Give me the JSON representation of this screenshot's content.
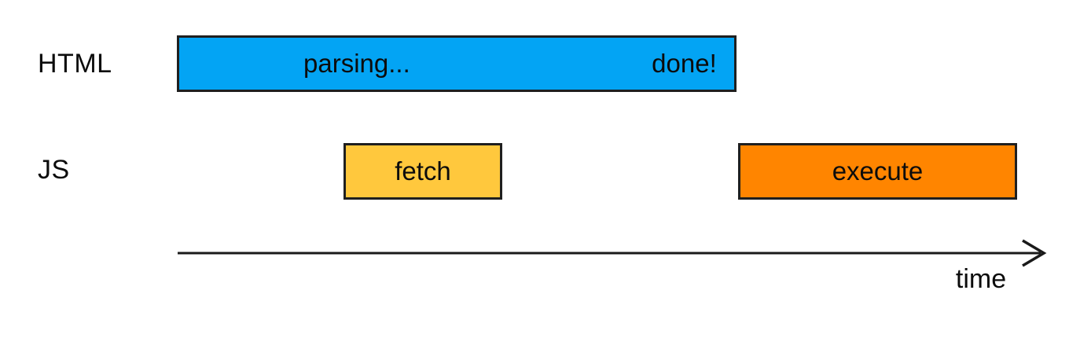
{
  "timeline": {
    "row_labels": {
      "html": "HTML",
      "js": "JS"
    },
    "bars": {
      "parsing": {
        "label_left": "parsing...",
        "label_right": "done!",
        "fill": "#03a4f4"
      },
      "fetch": {
        "label": "fetch",
        "fill": "#ffc83d"
      },
      "execute": {
        "label": "execute",
        "fill": "#ff8500"
      }
    },
    "axis": {
      "label": "time"
    },
    "colors": {
      "outline": "#1f1f1f",
      "axis_line": "#1a1a1a",
      "text": "#0c0c0c",
      "background": "#ffffff"
    }
  }
}
